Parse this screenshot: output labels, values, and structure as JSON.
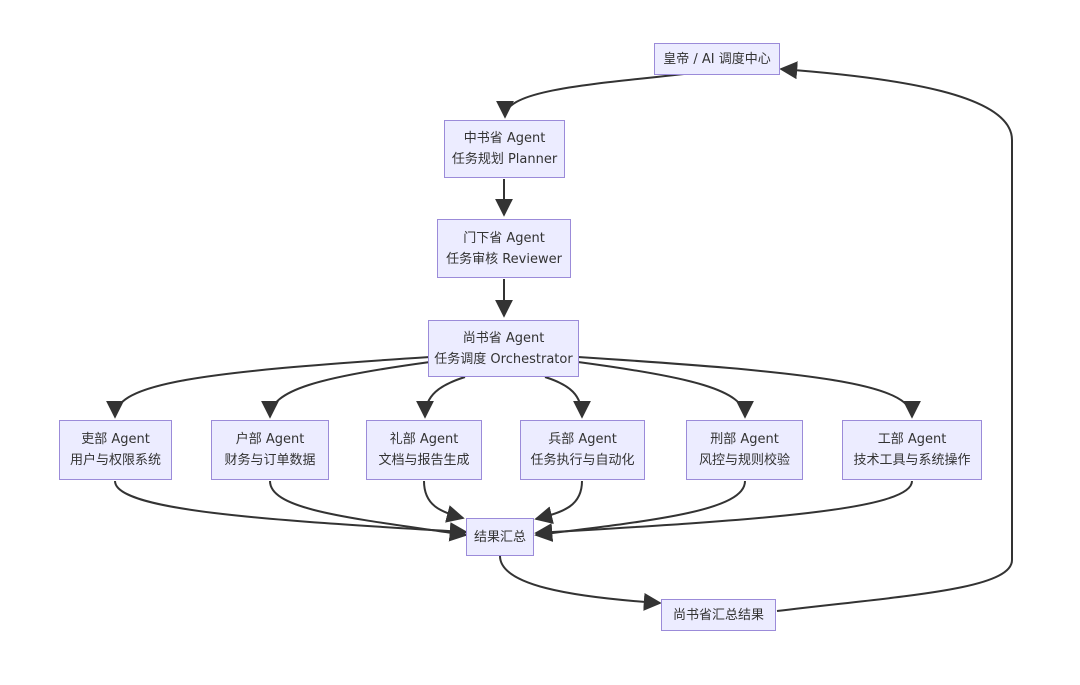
{
  "nodes": {
    "emperor": {
      "line1": "皇帝 / AI 调度中心"
    },
    "zhongshu": {
      "line1": "中书省 Agent",
      "line2": "任务规划 Planner"
    },
    "menxia": {
      "line1": "门下省 Agent",
      "line2": "任务审核 Reviewer"
    },
    "shangshu": {
      "line1": "尚书省 Agent",
      "line2": "任务调度 Orchestrator"
    },
    "li_hr": {
      "line1": "吏部 Agent",
      "line2": "用户与权限系统"
    },
    "hu": {
      "line1": "户部 Agent",
      "line2": "财务与订单数据"
    },
    "li_rites": {
      "line1": "礼部 Agent",
      "line2": "文档与报告生成"
    },
    "bing": {
      "line1": "兵部 Agent",
      "line2": "任务执行与自动化"
    },
    "xing": {
      "line1": "刑部 Agent",
      "line2": "风控与规则校验"
    },
    "gong": {
      "line1": "工部 Agent",
      "line2": "技术工具与系统操作"
    },
    "summary": {
      "line1": "结果汇总"
    },
    "final": {
      "line1": "尚书省汇总结果"
    }
  },
  "colors": {
    "node_fill": "#ECECFF",
    "node_border": "#9B8BD9",
    "edge": "#333333",
    "text": "#333333"
  }
}
